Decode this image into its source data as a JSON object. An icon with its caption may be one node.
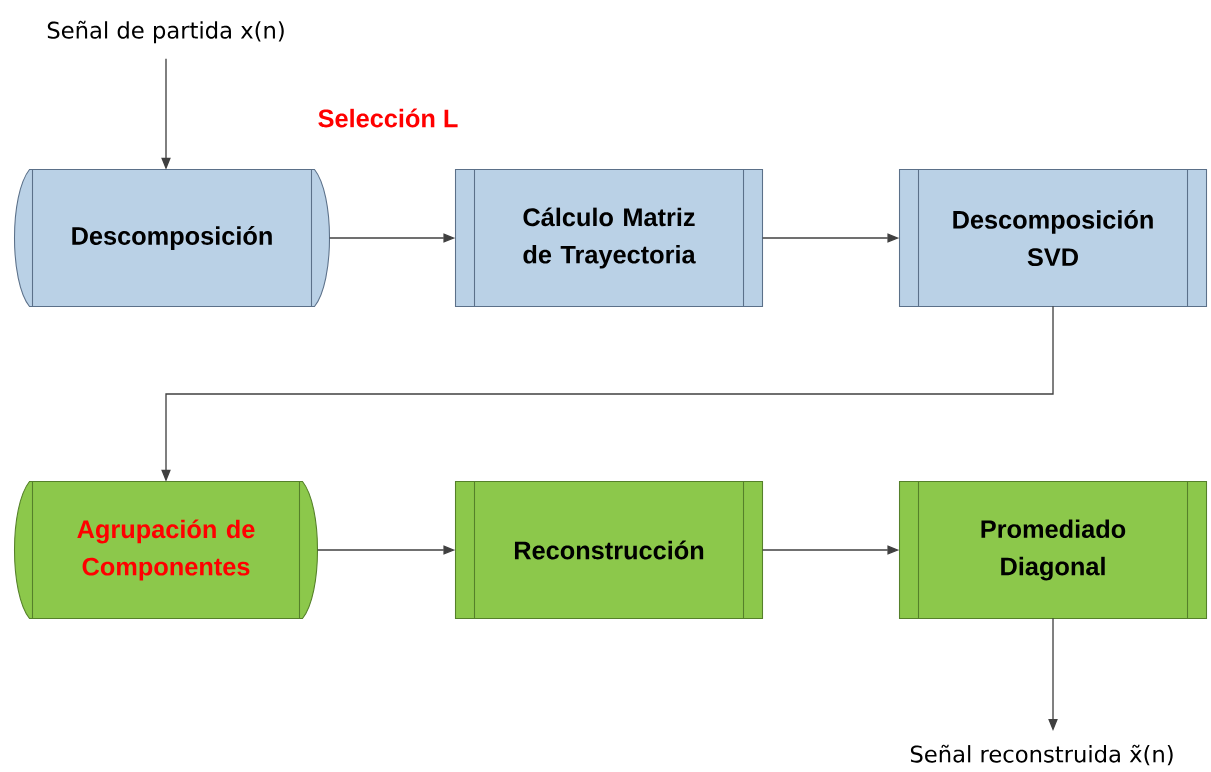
{
  "diagram": {
    "nodes": [
      {
        "text": [
          "Señal de partida x(n)"
        ]
      },
      {
        "text": [
          "Descomposición"
        ]
      },
      {
        "text": [
          "Cálculo Matriz de Trayectoria"
        ]
      },
      {
        "text": [
          "Descomposición SVD"
        ]
      },
      {
        "text": [
          "Agrupación de Componentes"
        ]
      },
      {
        "text": [
          "Reconstrucción"
        ]
      },
      {
        "text": [
          "Promediado Diagonal"
        ]
      },
      {
        "text": [
          "Señal reconstruida x̃(n)"
        ]
      }
    ],
    "edges": [
      {
        "from": 0,
        "to": 1,
        "arrow": "to"
      },
      {
        "from": 1,
        "to": 2,
        "arrow": "to"
      },
      {
        "from": 2,
        "to": 3,
        "arrow": "to"
      },
      {
        "from": 3,
        "to": 4,
        "arrow": "to"
      },
      {
        "from": 4,
        "to": 5,
        "arrow": "to"
      },
      {
        "from": 5,
        "to": 6,
        "arrow": "to"
      },
      {
        "from": 6,
        "to": 7,
        "arrow": "to"
      }
    ],
    "labels": [
      "Selección L"
    ]
  }
}
